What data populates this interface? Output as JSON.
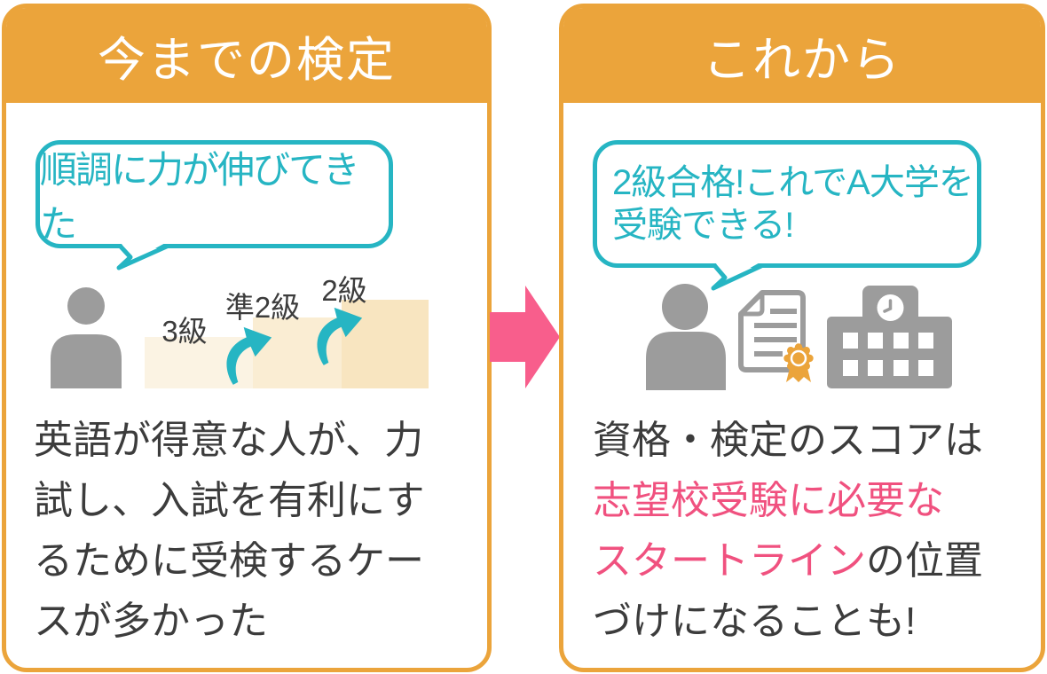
{
  "colors": {
    "orange": "#EBA43B",
    "teal": "#26B5C3",
    "pink_arrow": "#F85E8C",
    "pink_text": "#F0517F",
    "dark_text": "#3C3C3C",
    "icon_gray": "#9C9C9C",
    "step_colors": [
      "#FBF3E3",
      "#FAEDD3",
      "#F8E5C0"
    ]
  },
  "left_panel": {
    "header": "今までの検定",
    "bubble_text": "順調に力が伸びてきた",
    "step_labels": [
      "3級",
      "準2級",
      "2級"
    ],
    "description_lines": [
      "英語が得意な人が、力",
      "試し、入試を有利にす",
      "るために受検するケー",
      "スが多かった"
    ],
    "icons": [
      "person-icon",
      "step-up-arrow-icon"
    ]
  },
  "divider": {
    "icon": "right-arrow-icon"
  },
  "right_panel": {
    "header": "これから",
    "bubble_lines": [
      "2級合格!これでA大学を",
      "受験できる!"
    ],
    "icons": [
      "person-icon",
      "certificate-icon",
      "school-building-icon"
    ],
    "description_segments": [
      {
        "text": "資格・検定のスコアは",
        "style": "dark",
        "break_after": true
      },
      {
        "text": "志望校受験に必要な",
        "style": "pink",
        "break_after": true
      },
      {
        "text": "スタートライン",
        "style": "pink",
        "break_after": false
      },
      {
        "text": "の位置",
        "style": "dark",
        "break_after": true
      },
      {
        "text": "づけになることも!",
        "style": "dark",
        "break_after": false
      }
    ]
  }
}
